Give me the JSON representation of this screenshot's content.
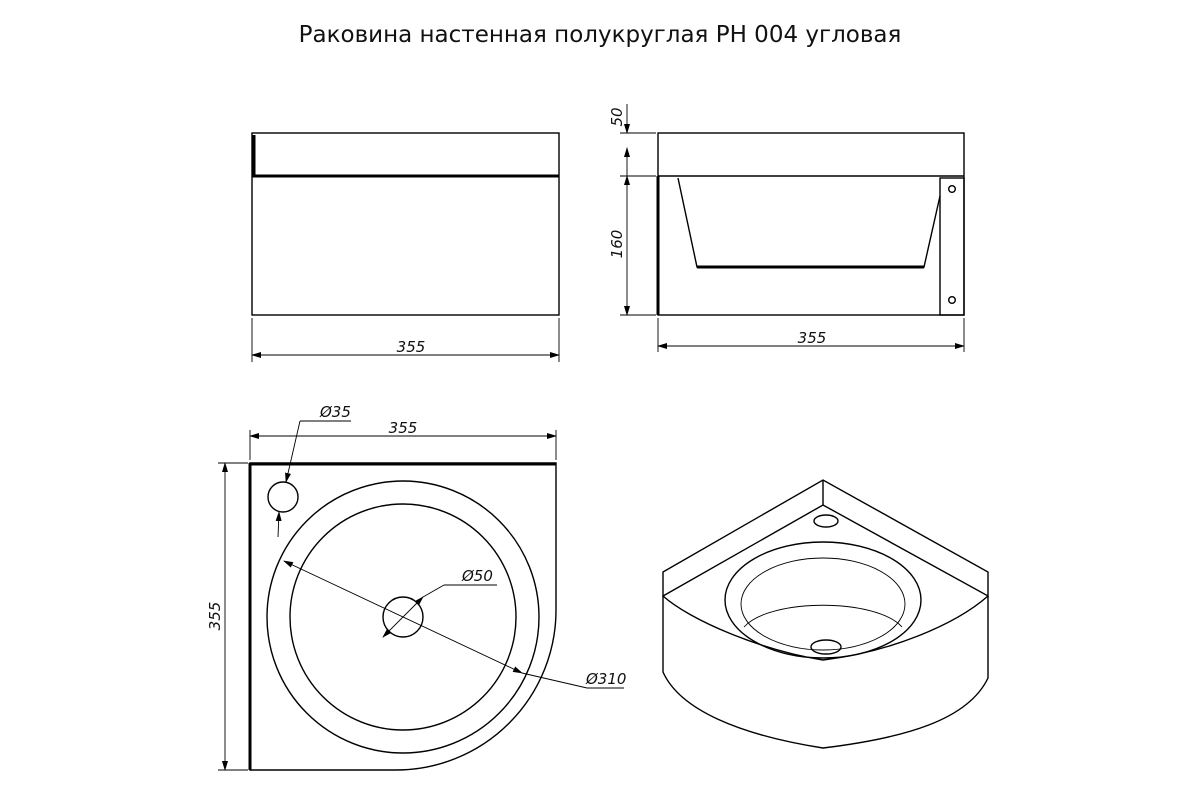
{
  "title": "Раковина настенная полукруглая PH 004 угловая",
  "dimensions": {
    "front_width": "355",
    "side_width": "355",
    "side_top_height": "50",
    "side_body_height": "160",
    "top_width": "355",
    "top_height": "355",
    "tap_hole_dia": "Ø35",
    "drain_dia": "Ø50",
    "bowl_dia": "Ø310"
  }
}
